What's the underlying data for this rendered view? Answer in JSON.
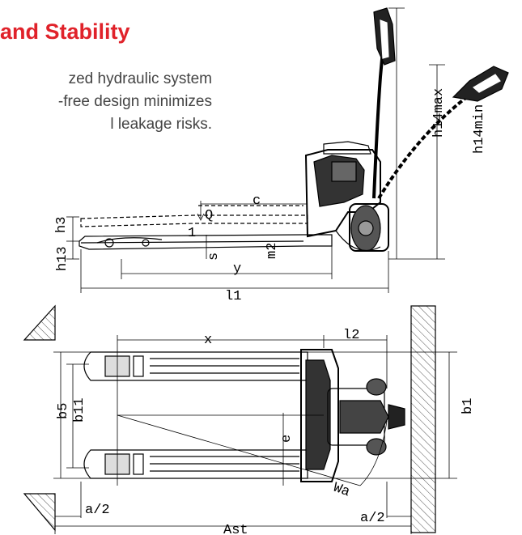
{
  "header": {
    "title": "and Stability",
    "description_lines": [
      "zed hydraulic system",
      "-free design minimizes",
      "l leakage risks."
    ]
  },
  "labels": {
    "c": "c",
    "Q": "Q",
    "h3": "h3",
    "one": "1",
    "h13": "h13",
    "s": "s",
    "m2": "m2",
    "y": "y",
    "l1": "l1",
    "h14max": "h14max",
    "h14min": "h14min",
    "x": "x",
    "l2": "l2",
    "b5": "b5",
    "b11": "b11",
    "b1": "b1",
    "e": "e",
    "Wa": "Wa",
    "a2_left": "a/2",
    "a2_right": "a/2",
    "Ast": "Ast"
  },
  "colors": {
    "accent": "#e0222a",
    "body_text": "#444444",
    "line": "#000000"
  }
}
